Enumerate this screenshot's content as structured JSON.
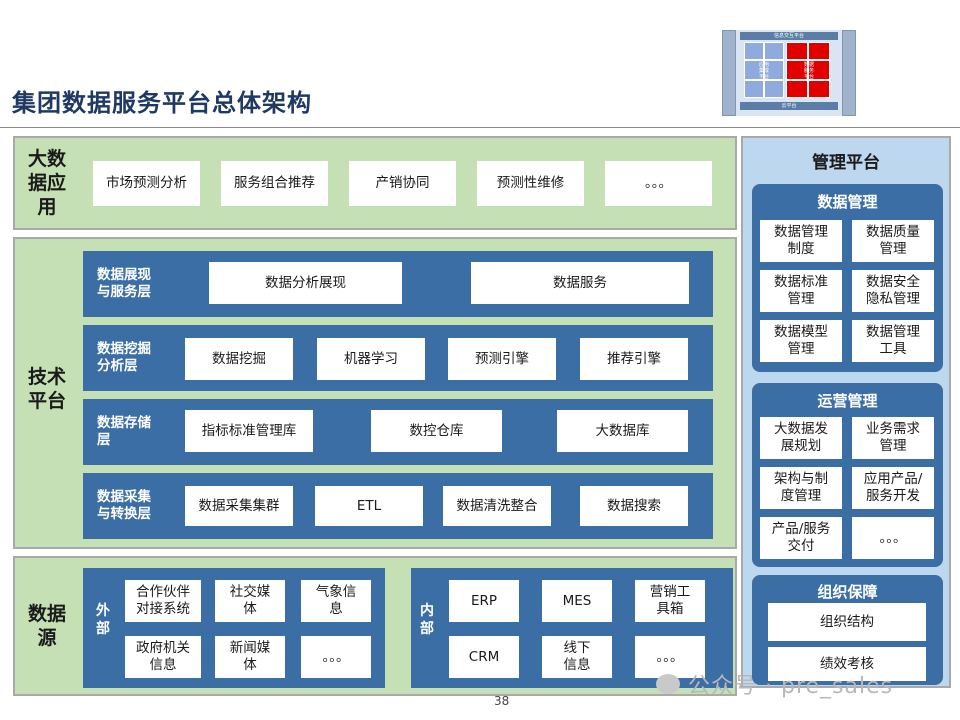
{
  "page": {
    "title": "集团数据服务平台总体架构",
    "page_number": "38",
    "watermark": "公众号 · pre_sales"
  },
  "colors": {
    "green": "#c5e0b4",
    "blue_layer": "#3a6ea5",
    "light_blue": "#bdd7ee",
    "title": "#1f3864"
  },
  "big_data_app": {
    "label": "大数\n据应\n用",
    "items": [
      "市场预测分析",
      "服务组合推荐",
      "产销协同",
      "预测性维修",
      "。。。"
    ]
  },
  "tech_platform": {
    "label": "技术\n平台",
    "layers": [
      {
        "label": "数据展现\n与服务层",
        "items": [
          "数据分析展现",
          "数据服务"
        ]
      },
      {
        "label": "数据挖掘\n分析层",
        "items": [
          "数据挖掘",
          "机器学习",
          "预测引擎",
          "推荐引擎"
        ]
      },
      {
        "label": "数据存储\n层",
        "items": [
          "指标标准管理库",
          "数控仓库",
          "大数据库"
        ]
      },
      {
        "label": "数据采集\n与转换层",
        "items": [
          "数据采集集群",
          "ETL",
          "数据清洗整合",
          "数据搜索"
        ]
      }
    ]
  },
  "data_source": {
    "label": "数据\n源",
    "external": {
      "label": "外\n部",
      "items": [
        "合作伙伴\n对接系统",
        "社交媒\n体",
        "气象信\n息",
        "政府机关\n信息",
        "新闻媒\n体",
        "。。。"
      ]
    },
    "internal": {
      "label": "内\n部",
      "items": [
        "ERP",
        "MES",
        "营销工\n具箱",
        "CRM",
        "线下\n信息",
        "。。。"
      ]
    }
  },
  "management": {
    "title": "管理平台",
    "data_mgmt": {
      "title": "数据管理",
      "items": [
        "数据管理\n制度",
        "数据质量\n管理",
        "数据标准\n管理",
        "数据安全\n隐私管理",
        "数据模型\n管理",
        "数据管理\n工具"
      ]
    },
    "ops_mgmt": {
      "title": "运营管理",
      "items": [
        "大数据发\n展规划",
        "业务需求\n管理",
        "架构与制\n度管理",
        "应用产品/\n服务开发",
        "产品/服务\n交付",
        "。。。"
      ]
    },
    "org": {
      "title": "组织保障",
      "items": [
        "组织结构",
        "绩效考核"
      ]
    }
  },
  "thumbnail": {
    "top_bar": "信息交互平台",
    "bottom_bar": "云平台",
    "left_text": "应用\n集成\n平台",
    "right_text": "数据\n服务\n平台"
  }
}
